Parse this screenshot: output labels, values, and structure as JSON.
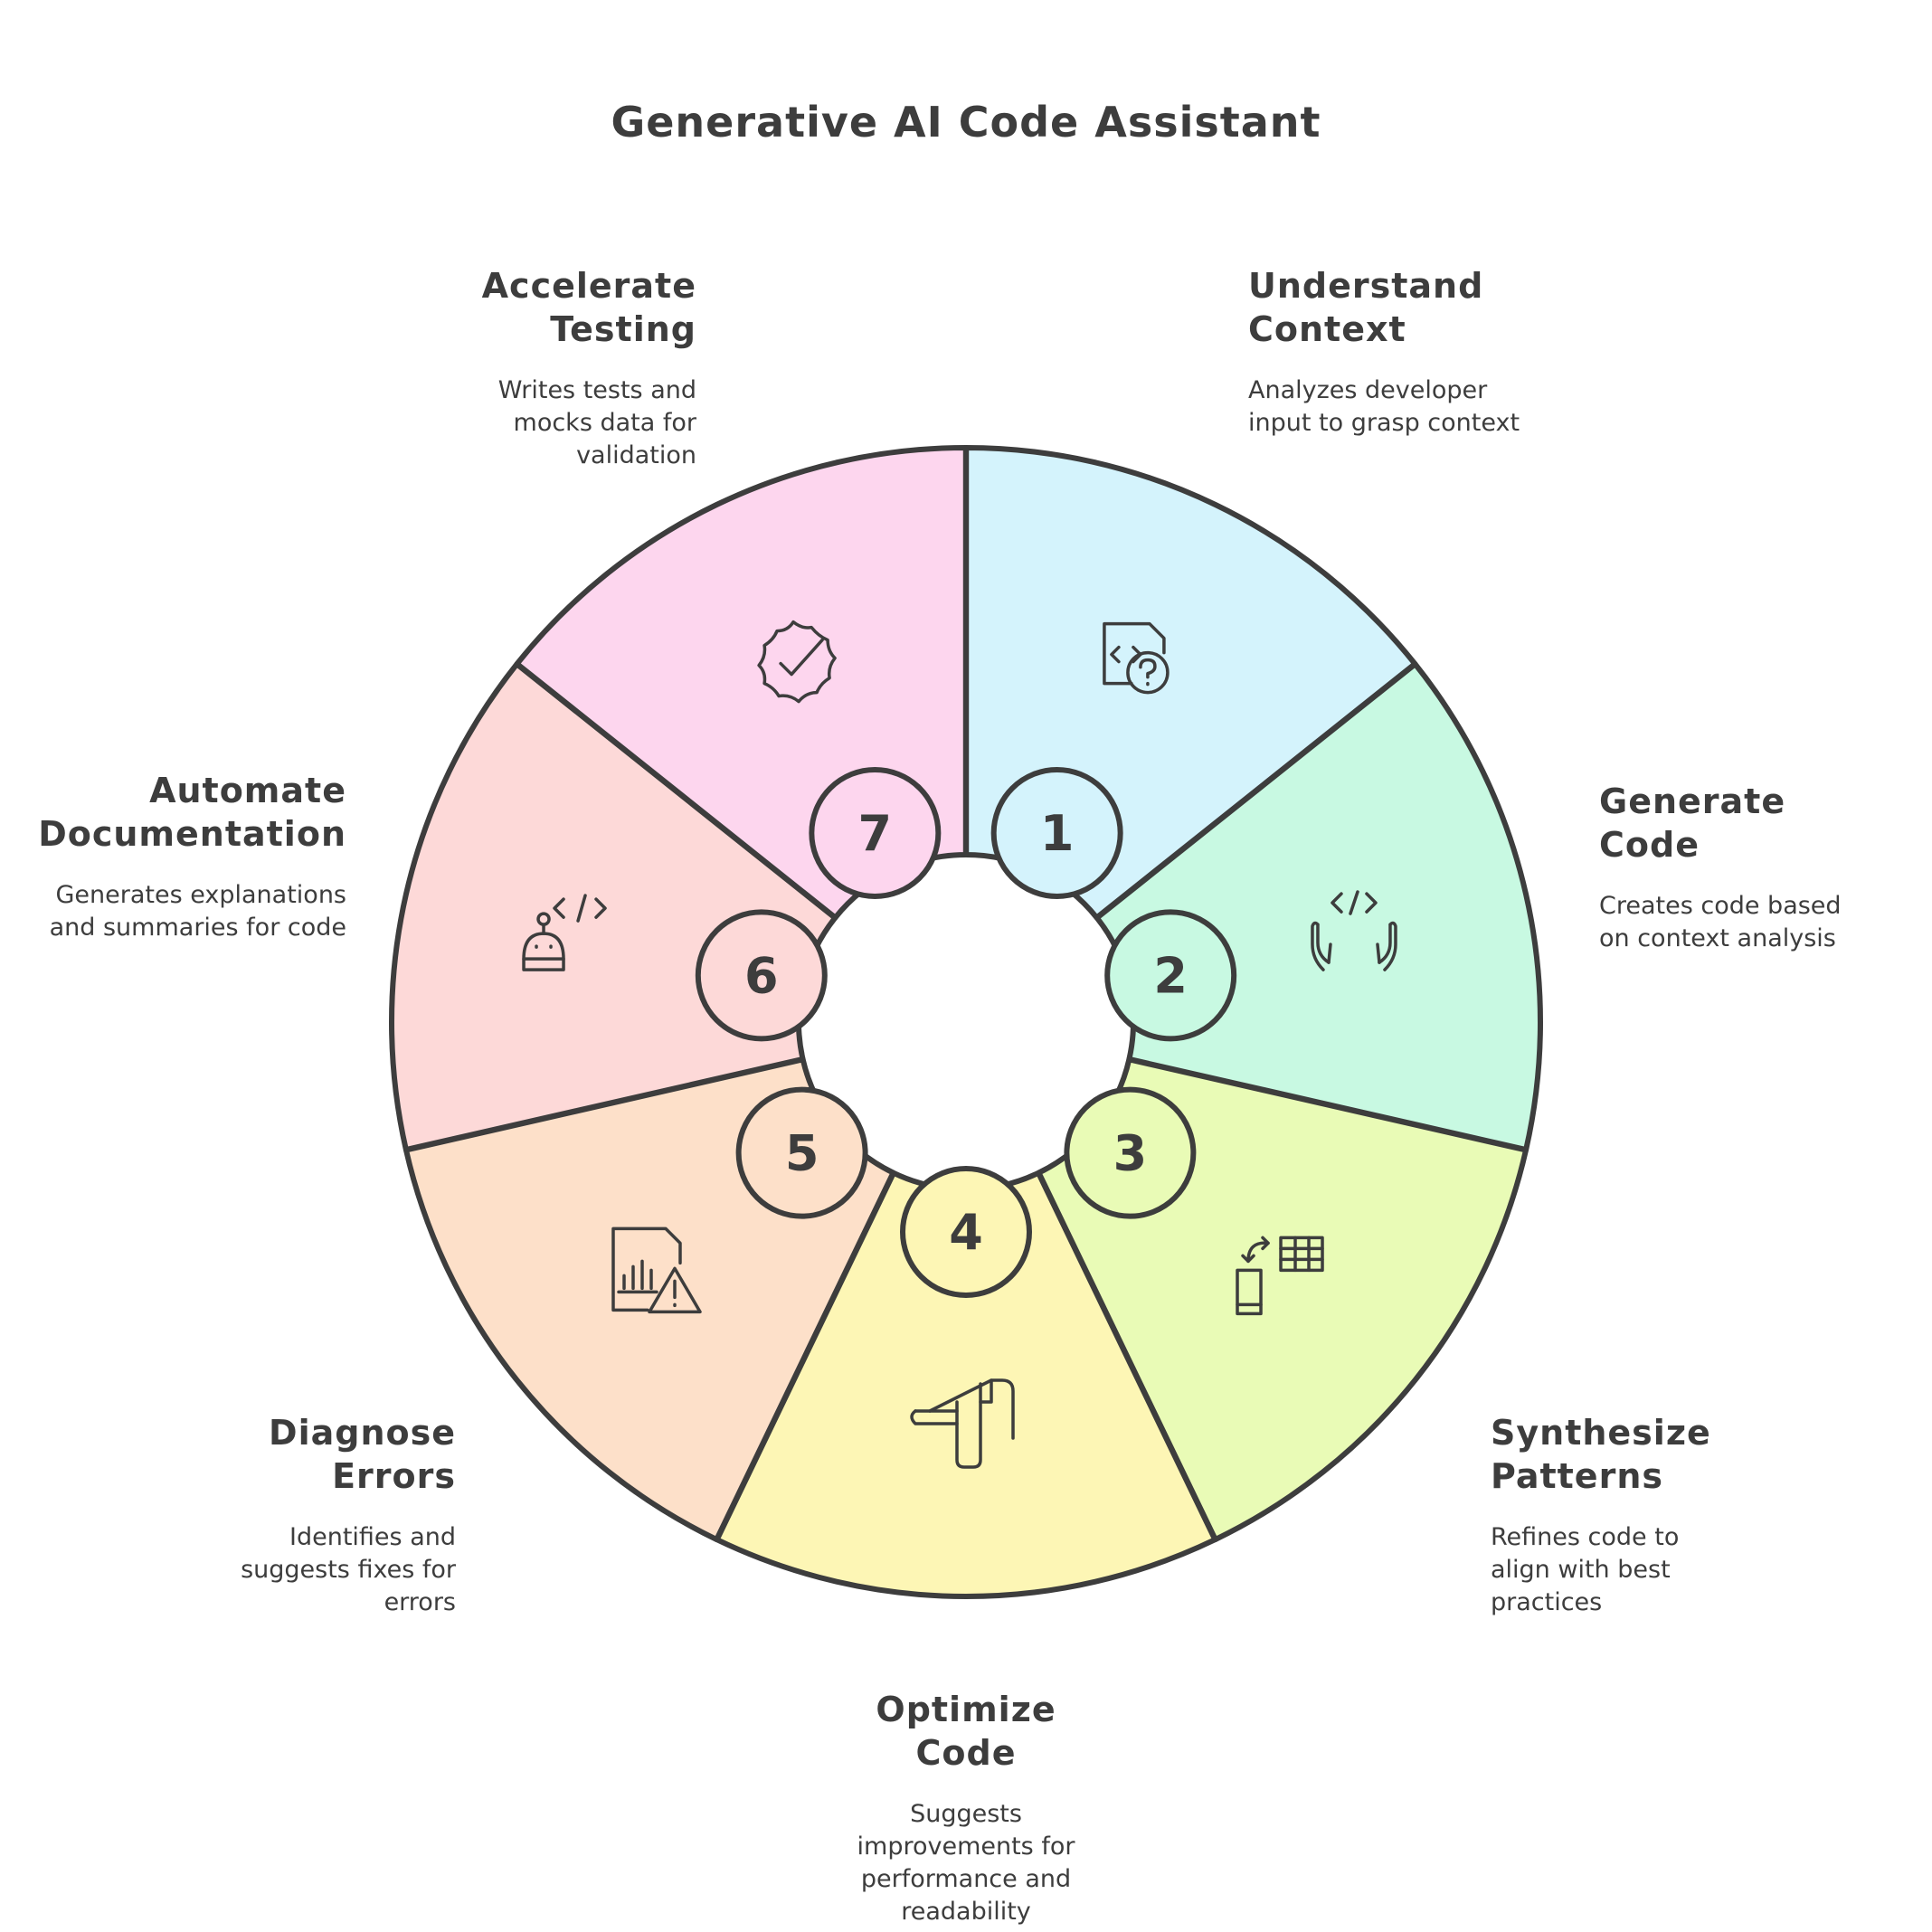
{
  "title": "Generative AI Code Assistant",
  "steps": [
    {
      "number": "1",
      "title": "Understand Context",
      "description": "Analyzes developer input to grasp context",
      "color": "#d4f3fc",
      "icon": "code-file-question-icon"
    },
    {
      "number": "2",
      "title": "Generate Code",
      "description": "Creates code based on context analysis",
      "color": "#c8f9e2",
      "icon": "hands-code-icon"
    },
    {
      "number": "3",
      "title": "Synthesize Patterns",
      "description": "Refines code to align with best practices",
      "color": "#e9fbb6",
      "icon": "mobile-table-transfer-icon"
    },
    {
      "number": "4",
      "title": "Optimize Code",
      "description": "Suggests improvements for performance and readability",
      "color": "#fdf6b5",
      "icon": "scroll-icon"
    },
    {
      "number": "5",
      "title": "Diagnose Errors",
      "description": "Identifies and suggests fixes for errors",
      "color": "#fde0c9",
      "icon": "chart-file-warning-icon"
    },
    {
      "number": "6",
      "title": "Automate Documentation",
      "description": "Generates explanations and summaries for code",
      "color": "#fdd9d8",
      "icon": "robot-code-icon"
    },
    {
      "number": "7",
      "title": "Accelerate Testing",
      "description": "Writes tests and mocks data for validation",
      "color": "#fdd6ee",
      "icon": "badge-check-icon"
    }
  ]
}
